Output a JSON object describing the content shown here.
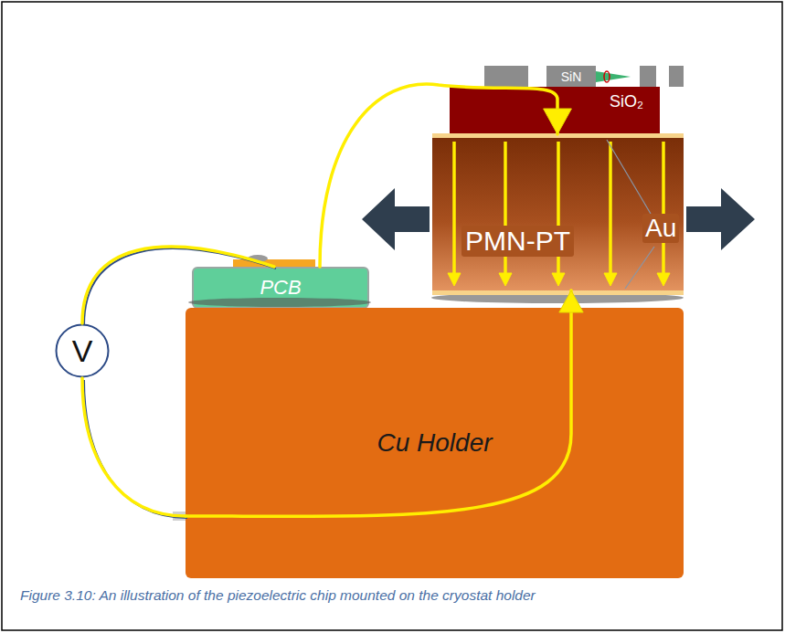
{
  "diagram": {
    "caption": "Figure 3.10: An illustration of the piezoelectric chip mounted on the cryostat holder",
    "nodes": [
      {
        "text": [
          "SiN"
        ]
      },
      {
        "text": [
          "SiO₂"
        ]
      },
      {
        "text": [
          "PMN-PT"
        ]
      },
      {
        "text": [
          "PCB"
        ]
      },
      {
        "text": [
          "V"
        ]
      },
      {
        "text": [
          "Cu Holder"
        ]
      }
    ],
    "edges": [
      {
        "from": 4,
        "to": 3,
        "arrow": "none"
      },
      {
        "from": 3,
        "to": 1,
        "arrow": "to"
      },
      {
        "from": 4,
        "to": 5,
        "arrow": "none"
      },
      {
        "from": 5,
        "to": 2,
        "arrow": "to"
      }
    ],
    "labels": [
      "Au"
    ]
  }
}
